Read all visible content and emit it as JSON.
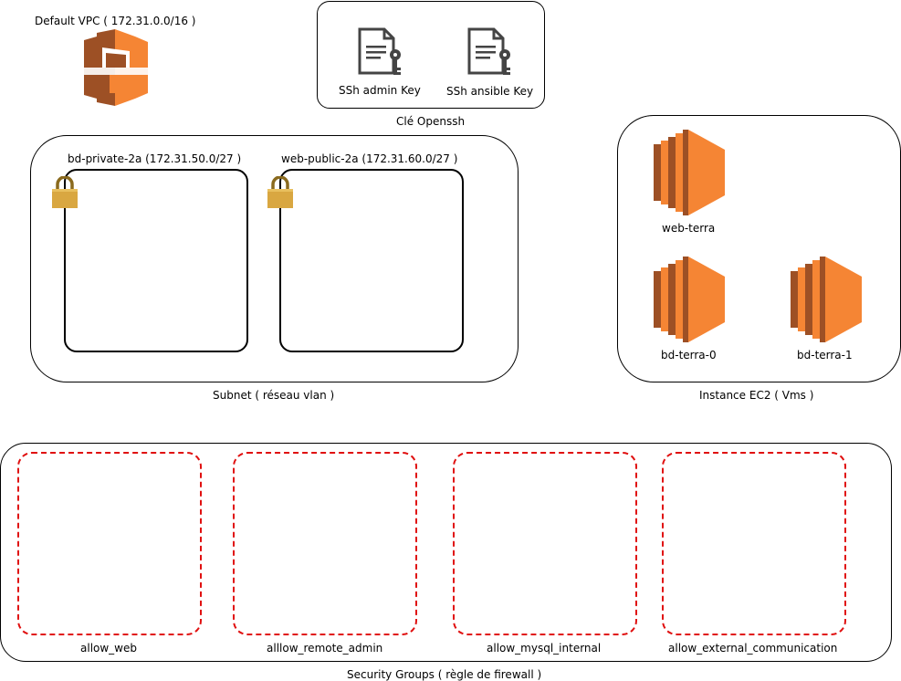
{
  "vpc": {
    "label": "Default VPC ( 172.31.0.0/16 )",
    "icon": "vpc-icon"
  },
  "ssh_keys": {
    "group_label": "Clé Openssh",
    "keys": [
      {
        "label": "SSh admin Key",
        "icon": "key-document-icon"
      },
      {
        "label": "SSh ansible Key",
        "icon": "key-document-icon"
      }
    ]
  },
  "subnets": {
    "group_label": "Subnet ( réseau vlan )",
    "items": [
      {
        "label": "bd-private-2a (172.31.50.0/27 )",
        "icon": "padlock-icon"
      },
      {
        "label": "web-public-2a (172.31.60.0/27 )",
        "icon": "padlock-icon"
      }
    ]
  },
  "instances": {
    "group_label": "Instance EC2 ( Vms )",
    "items": [
      {
        "label": "web-terra",
        "icon": "ec2-instance-icon"
      },
      {
        "label": "bd-terra-0",
        "icon": "ec2-instance-icon"
      },
      {
        "label": "bd-terra-1",
        "icon": "ec2-instance-icon"
      }
    ]
  },
  "security_groups": {
    "group_label": "Security Groups ( règle de firewall )",
    "items": [
      {
        "label": "allow_web"
      },
      {
        "label": "alllow_remote_admin"
      },
      {
        "label": "allow_mysql_internal"
      },
      {
        "label": "allow_external_communication"
      }
    ]
  },
  "colors": {
    "aws_orange": "#f58534",
    "aws_orange_dark": "#9d5025",
    "padlock_gold": "#d9a741",
    "dashed_red": "#e01010"
  }
}
